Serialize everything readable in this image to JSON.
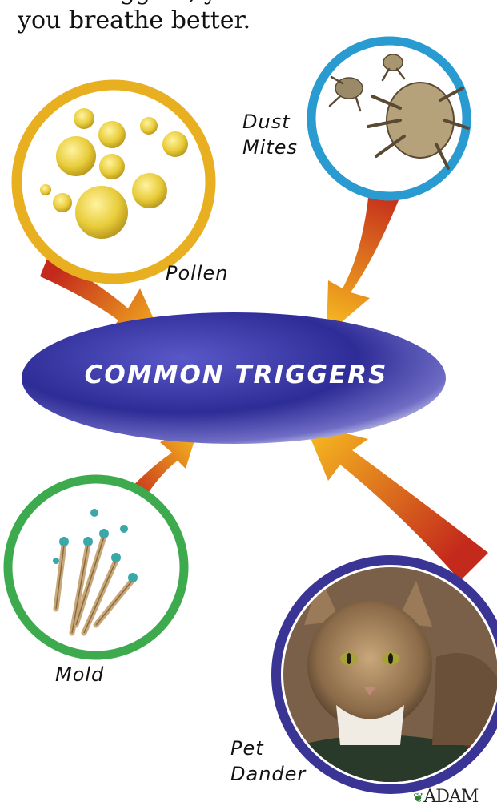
{
  "intro": {
    "line1_cut": "these triggers, you will have fewer attacks and",
    "line2": "you breathe better."
  },
  "center": {
    "title": "COMMON TRIGGERS"
  },
  "triggers": {
    "pollen": "Pollen",
    "dust_mites_line1": "Dust",
    "dust_mites_line2": "Mites",
    "mold": "Mold",
    "pet_dander_line1": "Pet",
    "pet_dander_line2": "Dander"
  },
  "colors": {
    "pollen_ring": "#E8B020",
    "dust_mites_ring": "#2A9BD0",
    "mold_ring": "#3DAA4E",
    "pet_dander_ring": "#3A3594",
    "ellipse": "#2B2A8C",
    "arrow_start": "#C0201E",
    "arrow_end": "#F6B21C"
  },
  "logo": {
    "text": "ADAM"
  }
}
